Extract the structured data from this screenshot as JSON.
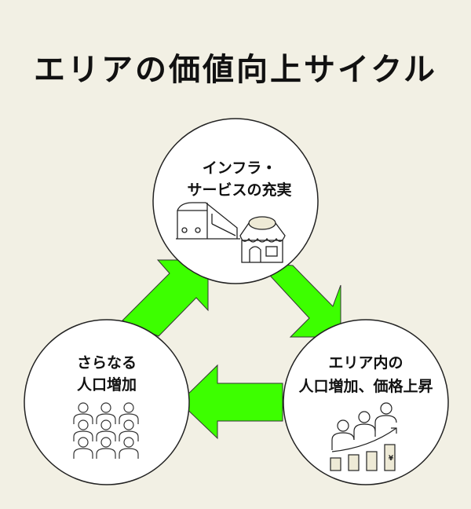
{
  "title": "エリアの価値向上サイクル",
  "colors": {
    "background": "#F2F0E4",
    "circle_fill": "#FFFFFF",
    "circle_stroke": "#222222",
    "arrow_fill": "#3DFF00",
    "arrow_stroke": "#333333",
    "icon_fill_beige": "#EEEAD6"
  },
  "nodes": [
    {
      "id": "infrastructure",
      "lines": [
        "インフラ・",
        "サービスの充実"
      ],
      "icon": "train-and-shop-icon"
    },
    {
      "id": "price-rise",
      "lines": [
        "エリア内の",
        "人口増加、価格上昇"
      ],
      "icon": "growth-chart-people-icon"
    },
    {
      "id": "population",
      "lines": [
        "さらなる",
        "人口増加"
      ],
      "icon": "crowd-icon"
    }
  ],
  "arrows": [
    {
      "from": "infrastructure",
      "to": "price-rise",
      "direction": "down-right"
    },
    {
      "from": "price-rise",
      "to": "population",
      "direction": "left"
    },
    {
      "from": "population",
      "to": "infrastructure",
      "direction": "up-right"
    }
  ],
  "chart_icon": {
    "currency_symbol": "¥",
    "bar_count": 4
  }
}
